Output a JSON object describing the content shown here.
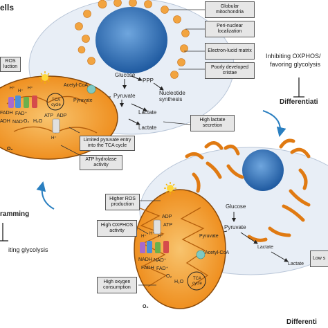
{
  "sections": {
    "top_left_title": "ells",
    "bottom_left_title": "ramming",
    "bottom_left_text": "iting glycolysis",
    "right_mid_title": "Differentiati",
    "bottom_right_title": "Differenti",
    "right_text_line1": "Inhibiting OXPHOS/",
    "right_text_line2": "favoring glycolysis"
  },
  "labels": {
    "globular_mitochondria": "Globular mitochondria",
    "peri_nuclear": "Peri-nuclear localization",
    "electron_lucid": "Electron-lucid matrix",
    "poorly_developed": "Poorly developed cristae",
    "ros_top": "ROS luction",
    "high_lactate": "High lactate secretion",
    "limited_pyruvate": "Limited pyruvate entry into the TCA cycle",
    "atp_hydrolase": "ATP hydrolase activity",
    "higher_ros": "Higher ROS production",
    "high_oxphos": "High OXPHOS activity",
    "high_oxygen": "High oxygen consumption",
    "low_right": "Low s"
  },
  "metabolism_top": {
    "glucose": "Glucose",
    "ppp": "PPP",
    "nucleotide": "Nucleotide synthesis",
    "pyruvate": "Pyruvate",
    "lactate1": "Lactate",
    "lactate2": "Lactate"
  },
  "mito_top": {
    "tca": "TCA cycle",
    "acetyl": "Acetyl-CoA",
    "pyruvate": "Pyruvate",
    "hplus1": "H⁺",
    "hplus2": "H⁺",
    "hplus3": "H⁺",
    "hplus4": "H⁺",
    "fadh": "FADH",
    "fad": "FAD⁺",
    "adh": "ADH",
    "nad": "NAD⁺",
    "o2": "O₂",
    "h2o": "H₂O",
    "atp": "ATP",
    "adp": "ADP",
    "o2_out": "O₂"
  },
  "metabolism_bottom": {
    "glucose": "Glucose",
    "pyruvate": "Pyruvate",
    "lactate1": "Lactate",
    "lactate2": "Lactate"
  },
  "mito_bottom": {
    "adp": "ADP",
    "atp": "ATP",
    "pyruvate": "Pyruvate",
    "acetyl": "Acetyl-CoA",
    "tca": "TCA cycle",
    "nadh": "NADH",
    "nad": "NAD⁺",
    "fadh": "FADH",
    "fad": "FAD⁺",
    "o2": "O₂",
    "h2o": "H₂O",
    "o2_out": "O₂",
    "hplus1": "H⁺",
    "hplus2": "H⁺",
    "hplus3": "H⁺"
  },
  "colors": {
    "cell_fill": "#e8eef6",
    "mito_fill": "#f08a1e",
    "mito_inner": "#f6b55a",
    "nucleus": "#2b6cb3",
    "arrow_blue": "#2a7fc0"
  }
}
